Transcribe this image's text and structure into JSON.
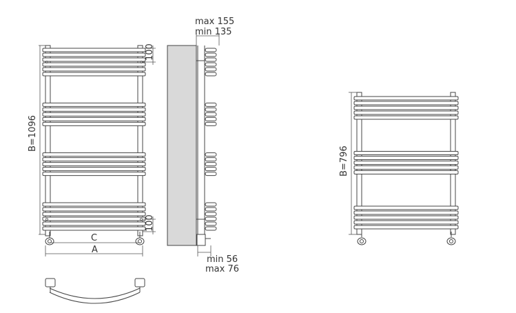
{
  "front_view": {
    "height_label": "B=1096",
    "spacing_top_label": "100",
    "spacing_bottom_label": "100",
    "connection_width_label": "C",
    "total_width_label": "A",
    "bar_groups": [
      6,
      5,
      5,
      6
    ]
  },
  "side_view": {
    "depth_max_label": "max 155",
    "depth_min_label": "min 135",
    "wall_min_label": "min 56",
    "wall_max_label": "max 76"
  },
  "small_view": {
    "height_label": "B=796",
    "bar_groups": [
      5,
      5,
      5
    ]
  },
  "colors": {
    "line": "#444444",
    "wall_fill": "#d9d9d9"
  }
}
